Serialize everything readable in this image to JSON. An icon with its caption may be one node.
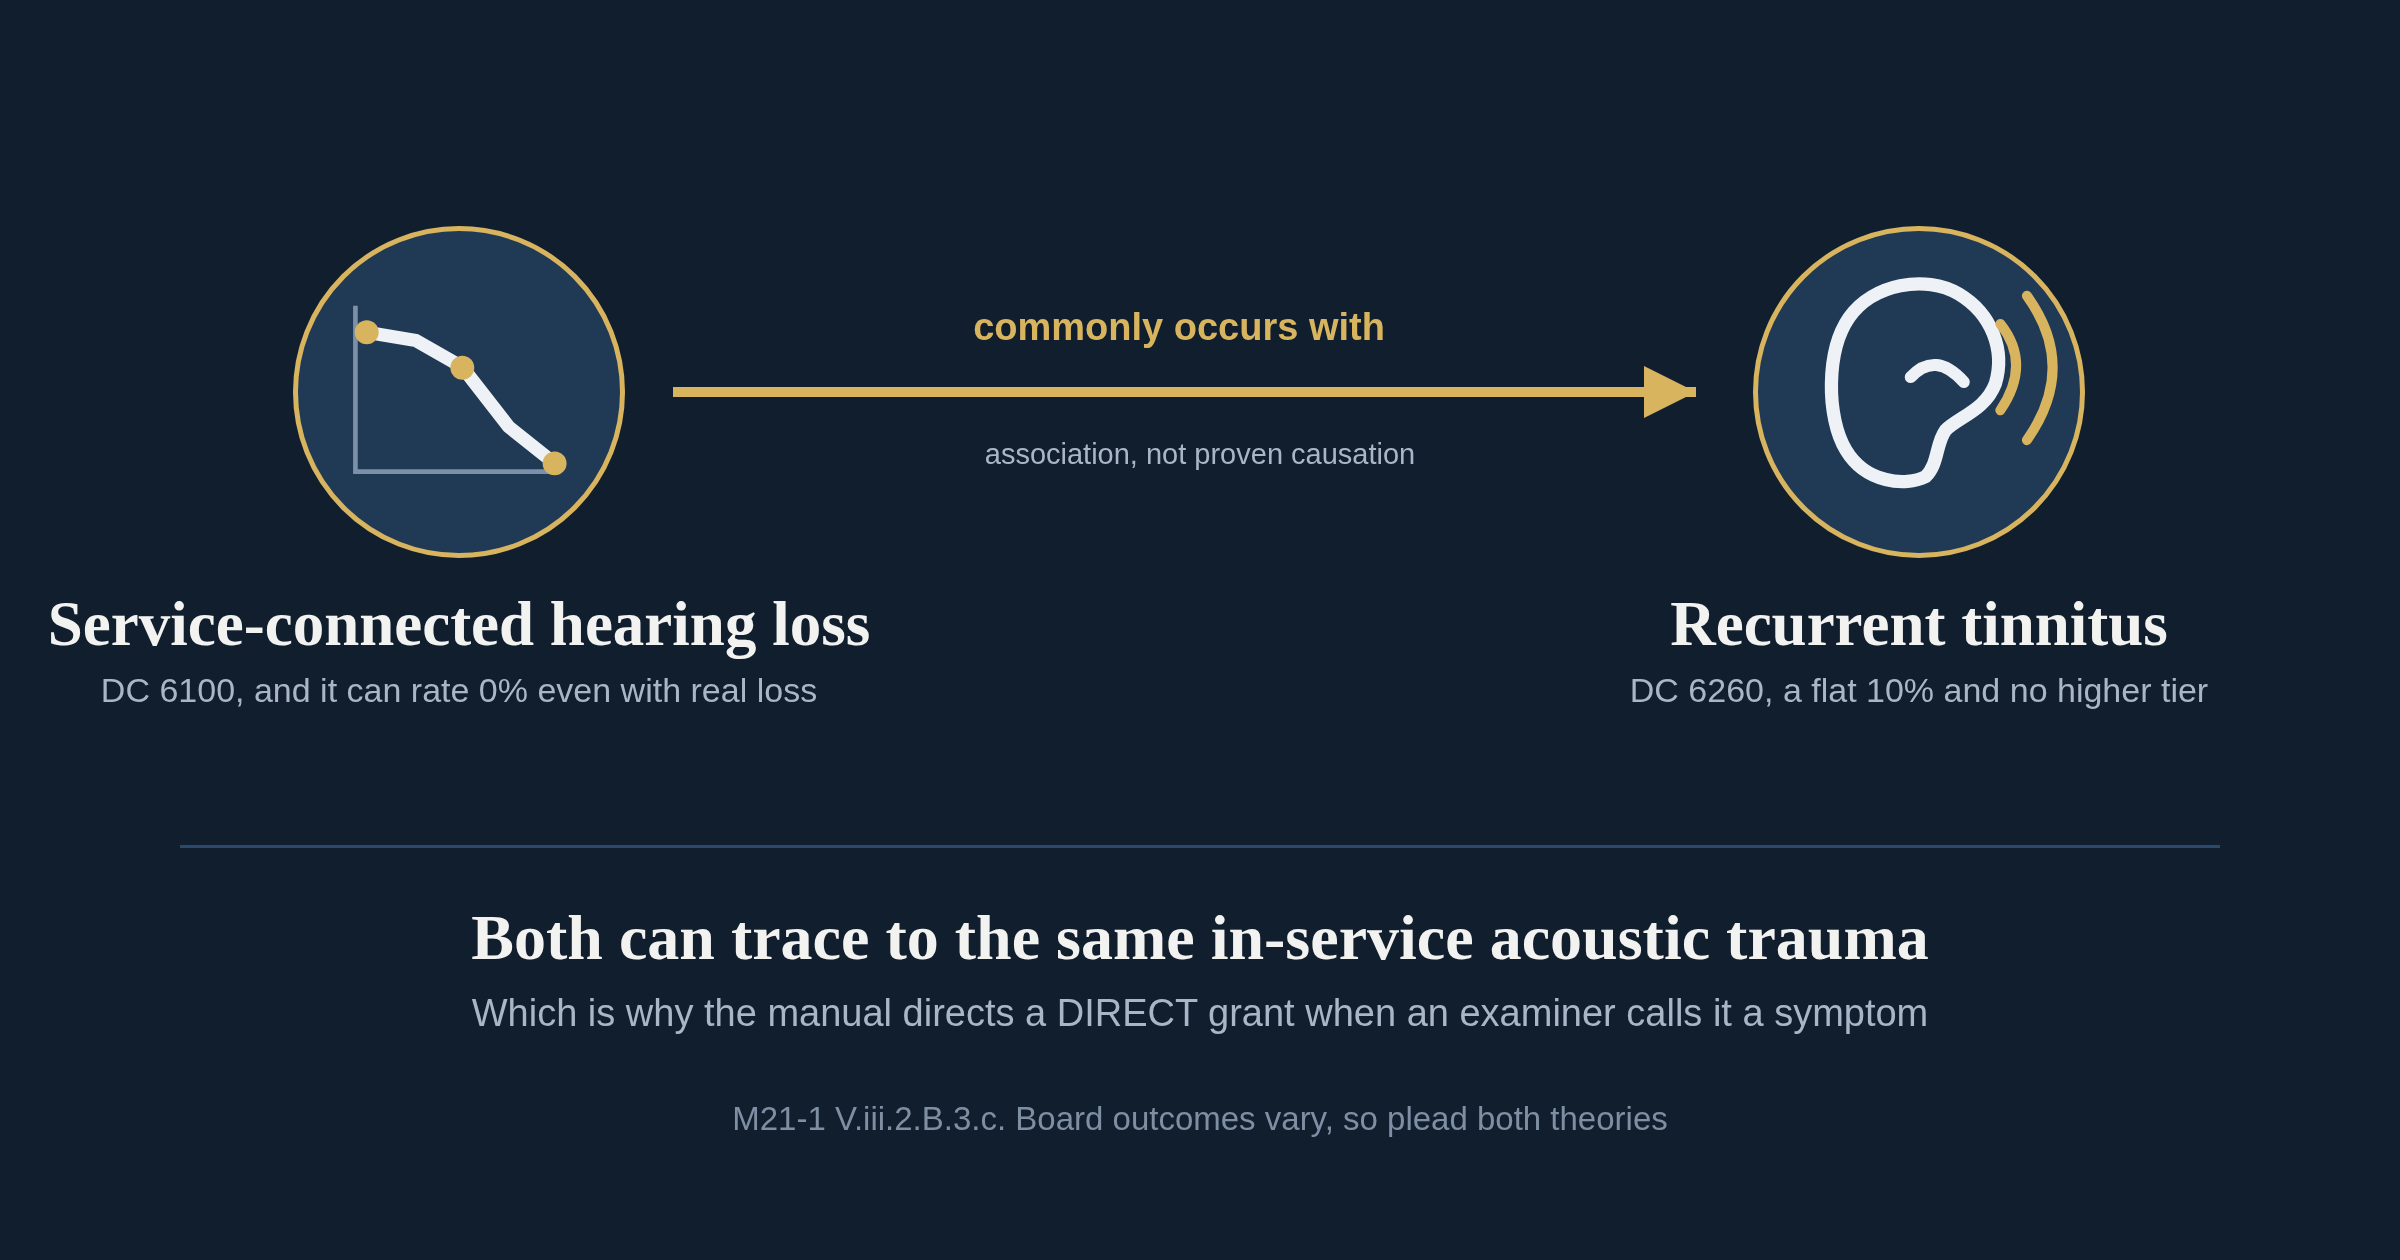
{
  "diagram": {
    "nodes": [
      {
        "text": [
          "Service-connected hearing loss",
          "DC 6100, and it can rate 0% even with real loss"
        ]
      },
      {
        "text": [
          "Recurrent tinnitus",
          "DC 6260, a flat 10% and no higher tier"
        ]
      }
    ],
    "edges": [
      {
        "from": 0,
        "to": 1,
        "arrow": "to",
        "label": "commonly occurs with"
      }
    ],
    "labels": [
      "association, not proven causation",
      "Both can trace to the same in-service acoustic trauma",
      "Which is why the manual directs a DIRECT grant when an examiner calls it a symptom",
      "M21-1 V.iii.2.B.3.c. Board outcomes vary, so plead both theories"
    ]
  }
}
